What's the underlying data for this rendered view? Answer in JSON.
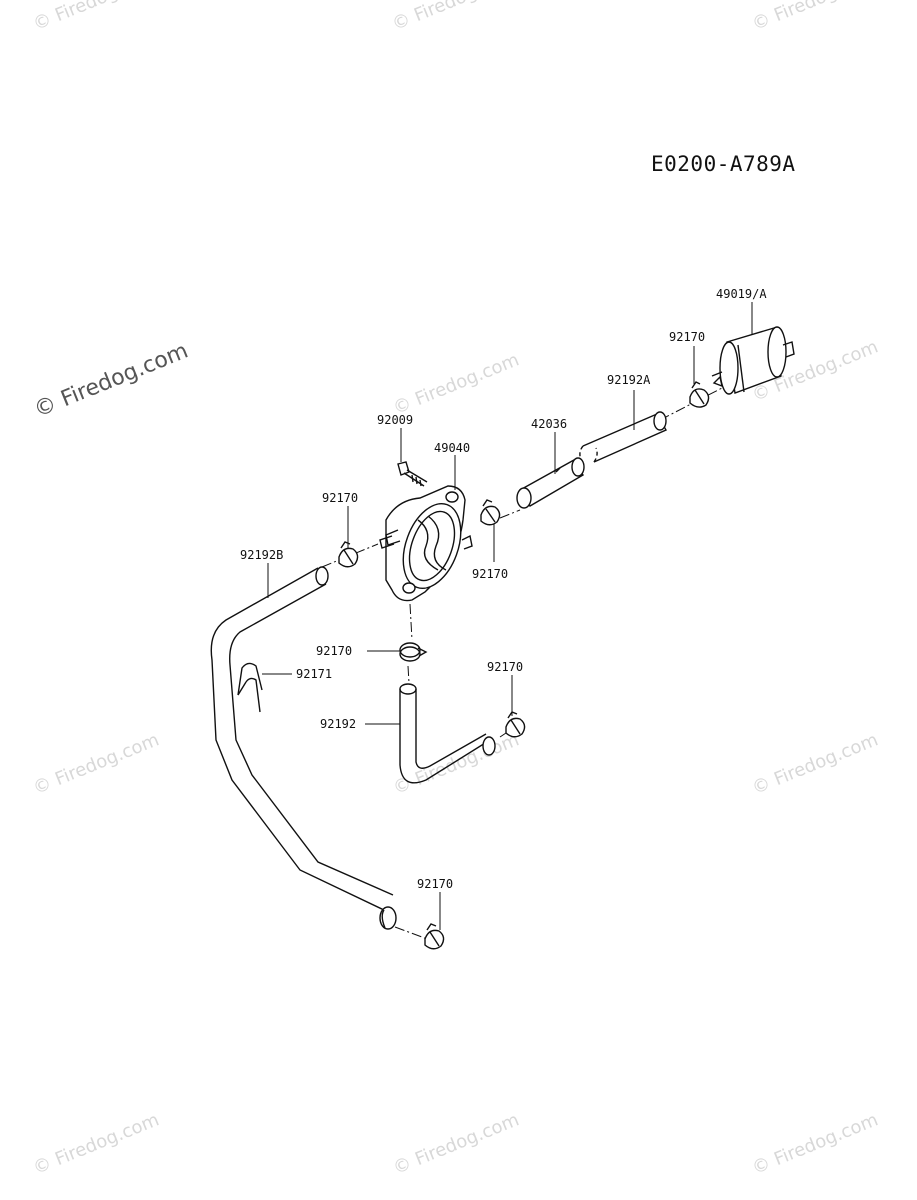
{
  "diagram_code": "E0200-A789A",
  "watermark": "© Firedog.com",
  "parts": {
    "filter": "49019/A",
    "clamp_filter": "92170",
    "hose_a": "92192A",
    "joint": "42036",
    "bolt": "92009",
    "fuel_pump": "49040",
    "clamp_pump_left": "92170",
    "clamp_pump_right": "92170",
    "hose_b": "92192B",
    "clamp_pump_bottom": "92170",
    "hose_clip": "92171",
    "clamp_hose_elbow": "92170",
    "hose_elbow": "92192",
    "clamp_hose_b_end": "92170"
  }
}
